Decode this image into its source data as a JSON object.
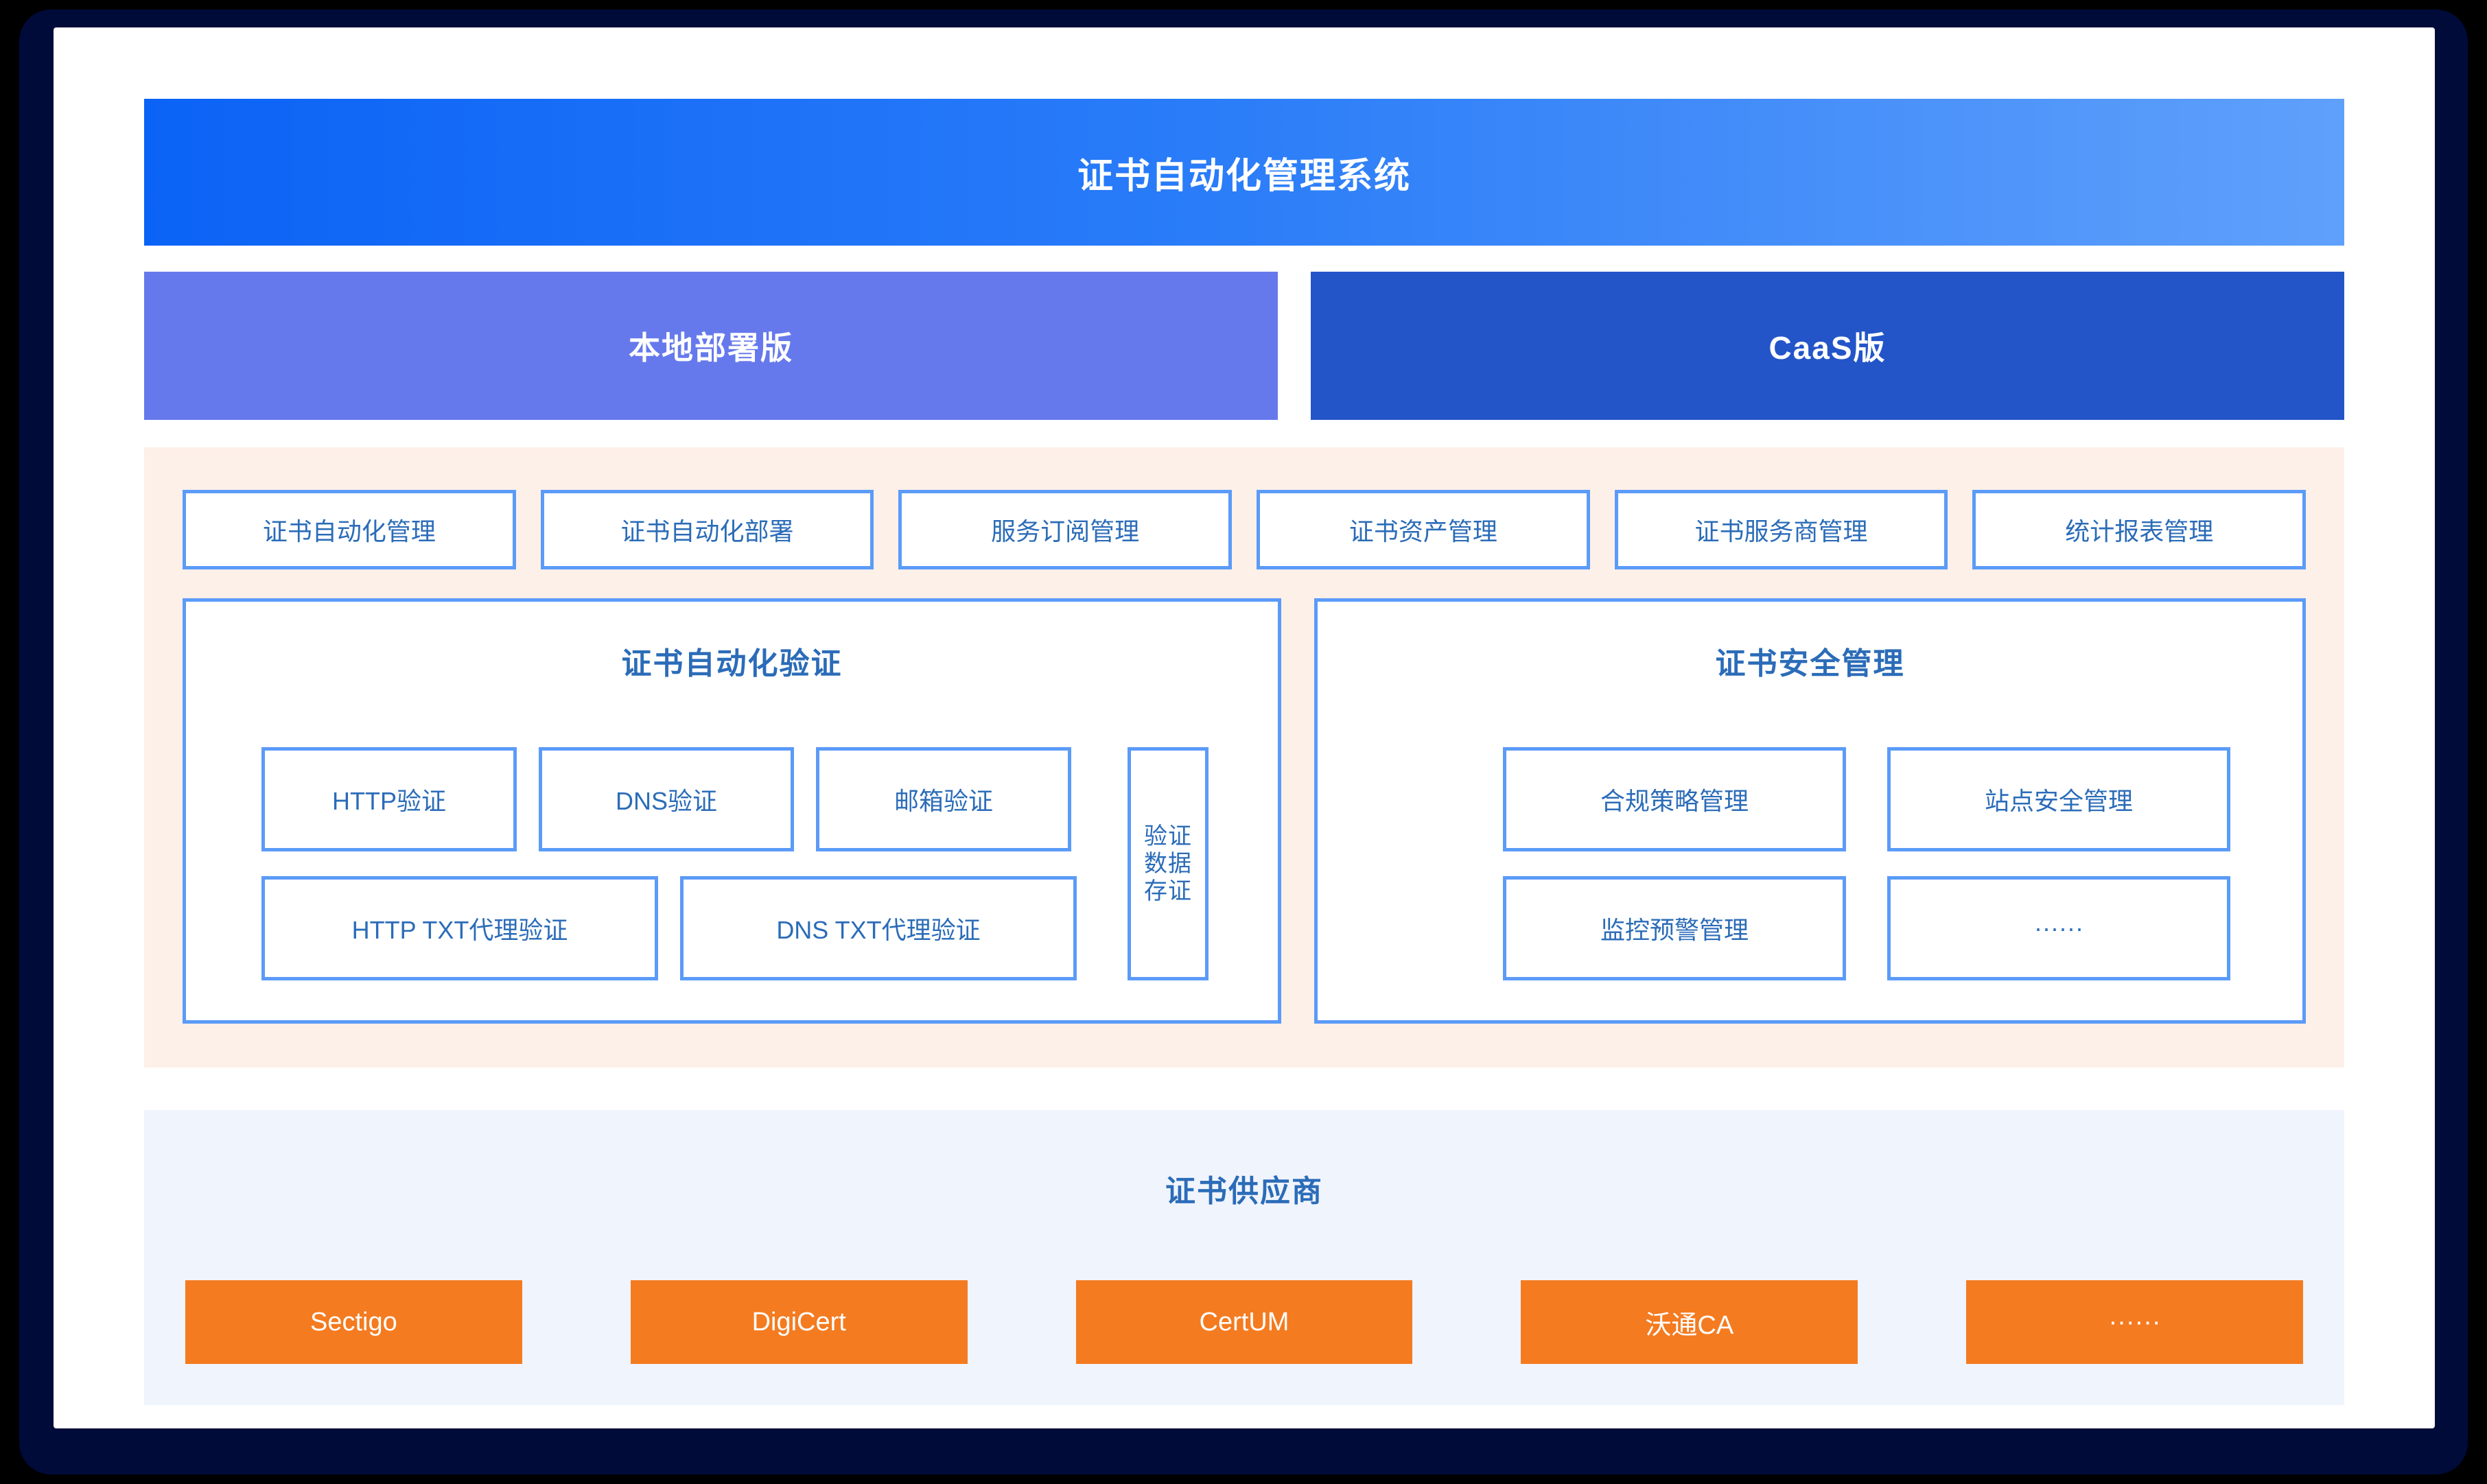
{
  "header": {
    "title": "证书自动化管理系统",
    "gradient_from": "#0b63f6",
    "gradient_to": "#5fa0fb"
  },
  "versions": [
    {
      "label": "本地部署版",
      "color": "#6679ec"
    },
    {
      "label": "CaaS版",
      "color": "#2355c9"
    }
  ],
  "modules": {
    "background": "#fdf0e8",
    "chips": [
      {
        "label": "证书自动化管理"
      },
      {
        "label": "证书自动化部署"
      },
      {
        "label": "服务订阅管理"
      },
      {
        "label": "证书资产管理"
      },
      {
        "label": "证书服务商管理"
      },
      {
        "label": "统计报表管理"
      }
    ],
    "panels": [
      {
        "title": "证书自动化验证",
        "row1": [
          {
            "label": "HTTP验证"
          },
          {
            "label": "DNS验证"
          },
          {
            "label": "邮箱验证"
          }
        ],
        "row2": [
          {
            "label": "HTTP TXT代理验证"
          },
          {
            "label": "DNS TXT代理验证"
          }
        ],
        "side_box": {
          "line1": "验证",
          "line2": "数据",
          "line3": "存证"
        }
      },
      {
        "title": "证书安全管理",
        "row1": [
          {
            "label": "合规策略管理"
          },
          {
            "label": "站点安全管理"
          }
        ],
        "row2": [
          {
            "label": "监控预警管理"
          },
          {
            "label": "······"
          }
        ]
      }
    ],
    "border_color": "#5b9bf8",
    "text_color": "#2b6cb8"
  },
  "suppliers": {
    "title": "证书供应商",
    "background": "#f0f4fd",
    "accent": "#f47b20",
    "items": [
      {
        "label": "Sectigo"
      },
      {
        "label": "DigiCert"
      },
      {
        "label": "CertUM"
      },
      {
        "label": "沃通CA"
      },
      {
        "label": "······"
      }
    ]
  }
}
